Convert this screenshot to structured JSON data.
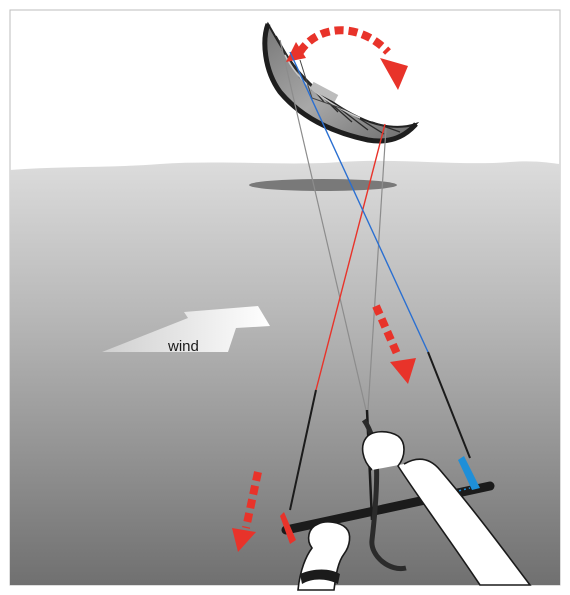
{
  "illustration": {
    "wind_label": "wind",
    "colors": {
      "sky": "#ffffff",
      "sea_top": "#d6d6d6",
      "sea_bottom": "#6e6e6e",
      "kite_fill": "#9a9a9a",
      "kite_dark": "#2b2b2b",
      "arrow_red": "#e8332a",
      "line_red": "#e8332a",
      "line_blue": "#2a6fd1",
      "line_grey": "#8c8c8c",
      "bar_black": "#1b1b1b",
      "bar_accent_blue": "#1f8fd8",
      "bar_accent_red": "#e8332a",
      "wind_arrow": "#f2f2f2"
    },
    "icons": [
      "kite",
      "wind-arrow",
      "control-bar",
      "left-hand",
      "right-hand",
      "rotation-arrow",
      "pull-arrow"
    ]
  }
}
